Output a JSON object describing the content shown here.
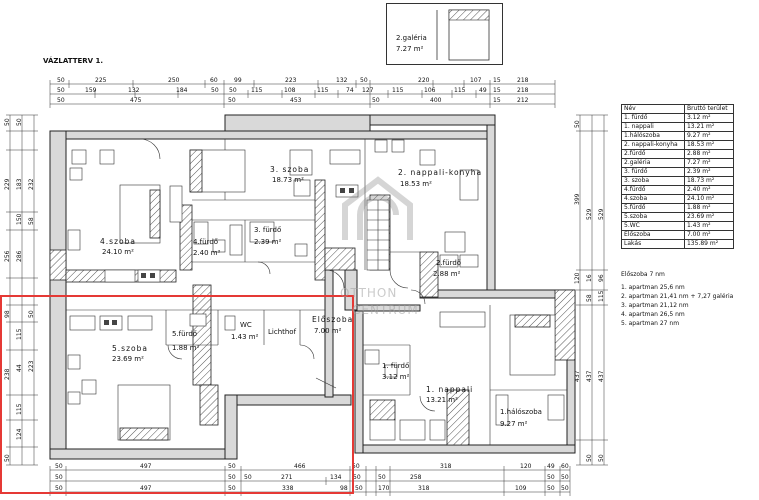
{
  "title": "VÁZLATTERV 1.",
  "galeria": {
    "name": "2.galéria",
    "area": "7.27 m²"
  },
  "watermark": {
    "line1": "OTTHON",
    "line2": "CENTRUM"
  },
  "rooms": {
    "szoba3": {
      "name": "3. szoba",
      "area": "18.73 m²"
    },
    "nappali_konyha2": {
      "name": "2. nappali-konyha",
      "area": "18.53 m²"
    },
    "szoba4": {
      "name": "4.szoba",
      "area": "24.10 m²"
    },
    "furdo4": {
      "name": "4.fürdő",
      "area": "2.40 m²"
    },
    "furdo3": {
      "name": "3. fürdő",
      "area": "2.39 m²"
    },
    "furdo2": {
      "name": "2.fürdő",
      "area": "2.88 m²"
    },
    "szoba5": {
      "name": "5.szoba",
      "area": "23.69 m²"
    },
    "furdo5": {
      "name": "5.fürdő",
      "area": "1.88 m²"
    },
    "wc": {
      "name": "WC",
      "area": "1.43 m²"
    },
    "lichthof": {
      "name": "Lichthof"
    },
    "eloszoba": {
      "name": "Előszoba",
      "area": "7.00 m²"
    },
    "furdo1": {
      "name": "1. fürdő",
      "area": "3.12 m²"
    },
    "nappali1": {
      "name": "1. nappali",
      "area": "13.21 m²"
    },
    "haloszoba1": {
      "name": "1.hálószoba",
      "area": "9.27 m²"
    }
  },
  "table": {
    "headers": [
      "Név",
      "Bruttó terület"
    ],
    "rows": [
      [
        "1. fürdő",
        "3.12 m²"
      ],
      [
        "1. nappali",
        "13.21 m²"
      ],
      [
        "1.hálószoba",
        "9.27 m²"
      ],
      [
        "2. nappali-konyha",
        "18.53 m²"
      ],
      [
        "2.fürdő",
        "2.88 m²"
      ],
      [
        "2.galéria",
        "7.27 m²"
      ],
      [
        "3. fürdő",
        "2.39 m²"
      ],
      [
        "3. szoba",
        "18.73 m²"
      ],
      [
        "4.fürdő",
        "2.40 m²"
      ],
      [
        "4.szoba",
        "24.10 m²"
      ],
      [
        "5.fürdő",
        "1.88 m²"
      ],
      [
        "5.szoba",
        "23.69 m²"
      ],
      [
        "5.WC",
        "1.43 m²"
      ],
      [
        "Előszoba",
        "7.00 m²"
      ],
      [
        "Lakás",
        "135.89 m²"
      ]
    ]
  },
  "notes": {
    "heading": "Előszoba 7 nm",
    "lines": [
      "1. apartman 25,6 nm",
      "2. apartman 21,41 nm + 7,27 galéria",
      "3. apartman 21,12 nm",
      "4. apartman 26,5 nm",
      "5. apartman 27 nm"
    ]
  },
  "dims": {
    "top1": [
      "50",
      "225",
      "250",
      "60",
      "99",
      "223",
      "132",
      "50",
      "220",
      "107",
      "15",
      "218"
    ],
    "top2": [
      "50",
      "159",
      "132",
      "184",
      "50",
      "50",
      "115",
      "108",
      "115",
      "74",
      "127",
      "115",
      "106",
      "115",
      "49",
      "15",
      "218"
    ],
    "top3": [
      "50",
      "475",
      "50",
      "453",
      "50",
      "400",
      "15",
      "212"
    ],
    "bot1": [
      "50",
      "497",
      "50",
      "466",
      "50",
      "318",
      "120",
      "49",
      "60"
    ],
    "bot2": [
      "50",
      "50",
      "50",
      "271",
      "134",
      "50",
      "50",
      "258",
      "50",
      "50"
    ],
    "bot3": [
      "50",
      "497",
      "50",
      "338",
      "98",
      "50",
      "170",
      "318",
      "109",
      "50",
      "50"
    ],
    "left": [
      "50",
      "50",
      "229",
      "183",
      "232",
      "58",
      "150",
      "256",
      "286",
      "98",
      "50",
      "115",
      "238",
      "44",
      "223",
      "115",
      "124",
      "50"
    ],
    "right": [
      "50",
      "399",
      "529",
      "529",
      "437",
      "437",
      "437",
      "120",
      "16",
      "96",
      "58",
      "115",
      "50",
      "50"
    ]
  }
}
